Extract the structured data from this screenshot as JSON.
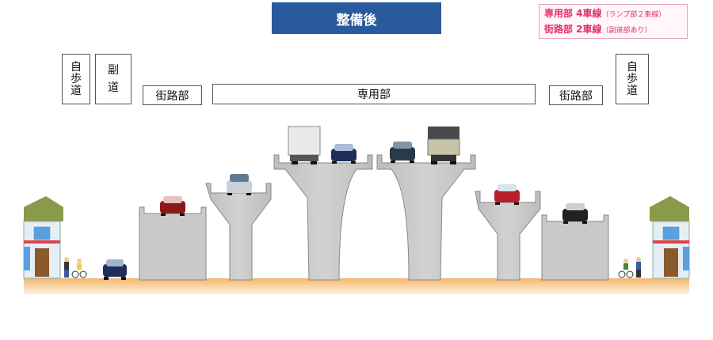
{
  "title": "整備後",
  "legend": {
    "line1_main": "専用部 4車線",
    "line1_note": "（ランプ部２車線）",
    "line2_main": "街路部 2車線",
    "line2_note": "（副道部あり）"
  },
  "labels": {
    "sidewalk_left": [
      "自",
      "歩",
      "道"
    ],
    "side_road": [
      "副",
      "道"
    ],
    "street_left": "街路部",
    "dedicated": "専用部",
    "street_right": "街路部",
    "sidewalk_right": [
      "自",
      "歩",
      "道"
    ]
  },
  "colors": {
    "title_bg": "#2a5a9e",
    "legend_text": "#e0306a",
    "concrete": "#c9c9c9",
    "ground": "#f5c98a"
  }
}
